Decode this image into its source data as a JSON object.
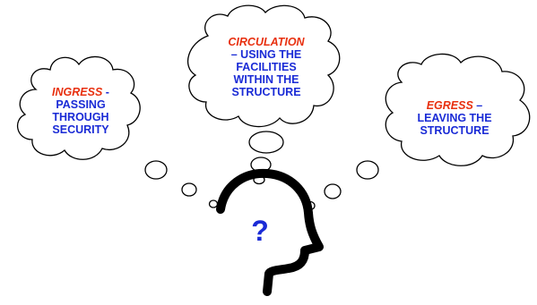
{
  "thoughts": {
    "ingress": {
      "keyword": "INGRESS",
      "suffix": " -",
      "lines": [
        "PASSING",
        "THROUGH",
        "SECURITY"
      ]
    },
    "circulation": {
      "keyword": "CIRCULATION",
      "lines": [
        "– USING THE",
        "FACILITIES",
        "WITHIN THE",
        "STRUCTURE"
      ]
    },
    "egress": {
      "keyword": "EGRESS",
      "suffix": " –",
      "lines": [
        "LEAVING THE",
        "STRUCTURE"
      ]
    }
  },
  "head": {
    "symbol": "?"
  },
  "colors": {
    "keyword": "#e8300f",
    "body_text": "#1a2bd6",
    "outline": "#000000"
  }
}
